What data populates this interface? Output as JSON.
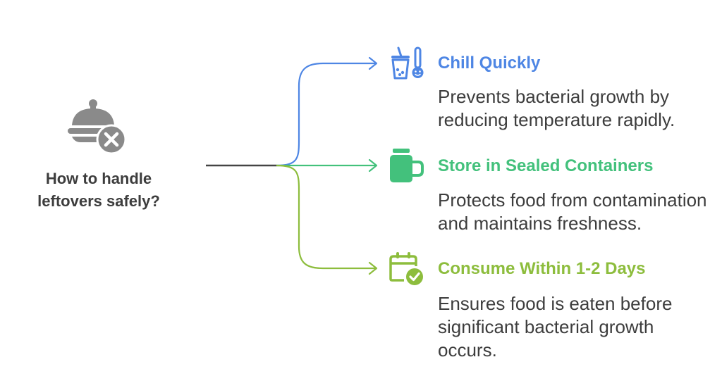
{
  "root": {
    "question": "How to handle leftovers safely?",
    "icon": "cloche-cancel-icon"
  },
  "colors": {
    "text": "#3d3d3d",
    "icon_gray": "#8a8a8a",
    "stem": "#444444",
    "branch_1": "#4e86e4",
    "branch_2": "#43c17c",
    "branch_3": "#8dbd3d"
  },
  "branches": [
    {
      "title": "Chill Quickly",
      "description": "Prevents bacterial growth by reducing temperature rapidly.",
      "icon": "iced-drink-thermometer-icon",
      "color": "#4e86e4"
    },
    {
      "title": "Store in Sealed Containers",
      "description": "Protects food from contamination and maintains freshness.",
      "icon": "jar-container-icon",
      "color": "#43c17c"
    },
    {
      "title": "Consume Within 1-2 Days",
      "description": "Ensures food is eaten before significant bacterial growth occurs.",
      "icon": "calendar-check-icon",
      "color": "#8dbd3d"
    }
  ]
}
